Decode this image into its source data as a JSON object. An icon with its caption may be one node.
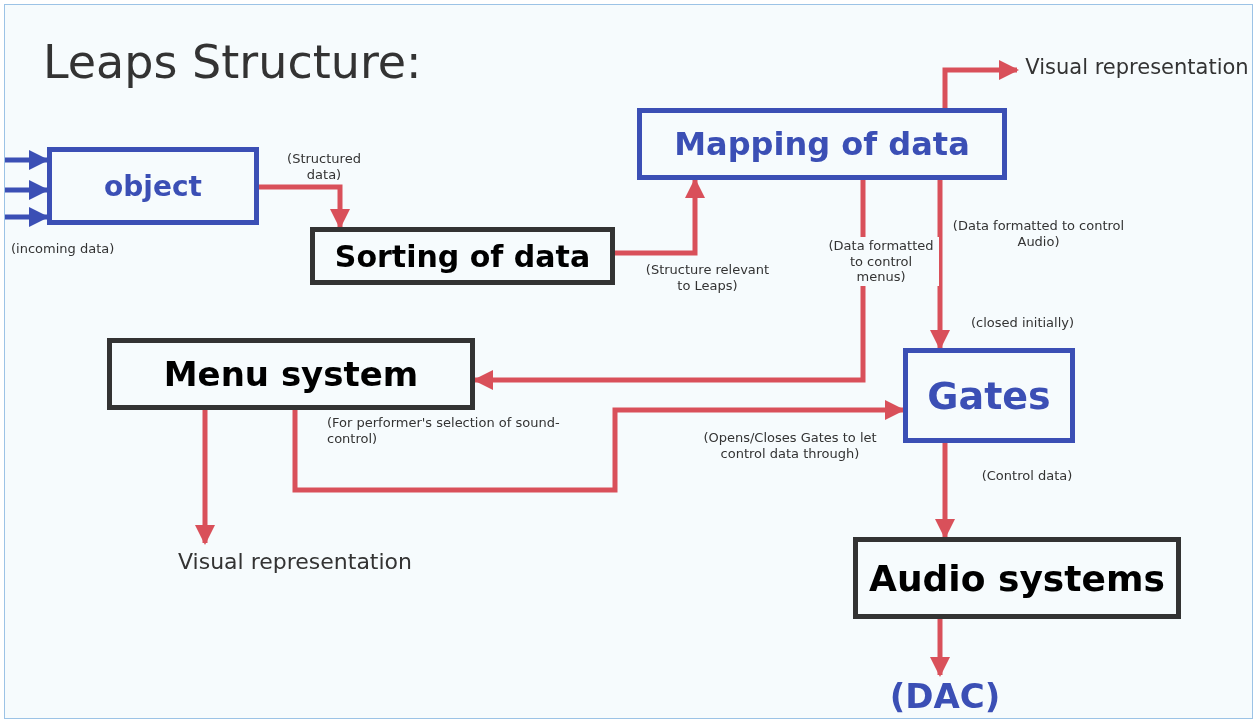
{
  "diagram": {
    "title": "Leaps Structure:",
    "nodes": [
      {
        "text": [
          "object"
        ],
        "beside": [
          "(incoming data)"
        ]
      },
      {
        "text": [
          "Sorting of data"
        ]
      },
      {
        "text": [
          "Mapping of data"
        ]
      },
      {
        "text": [
          "Menu system"
        ],
        "beside": [
          "(For performer's selection of sound-control)"
        ]
      },
      {
        "text": [
          "Gates"
        ],
        "beside": [
          "(closed initially)"
        ]
      },
      {
        "text": [
          "Audio systems"
        ]
      },
      {
        "text": [
          "Visual representation"
        ]
      },
      {
        "text": [
          "Visual representation"
        ]
      },
      {
        "text": [
          "(DAC)"
        ]
      }
    ],
    "edges": [
      {
        "from": null,
        "to": 0,
        "arrow": "to",
        "color": "#3b4fb5"
      },
      {
        "from": null,
        "to": 0,
        "arrow": "to",
        "color": "#3b4fb5"
      },
      {
        "from": null,
        "to": 0,
        "arrow": "to",
        "color": "#3b4fb5"
      },
      {
        "from": 0,
        "to": 1,
        "arrow": "to",
        "label": "(Structured data)"
      },
      {
        "from": 1,
        "to": 2,
        "arrow": "to",
        "label": "(Structure relevant to Leaps)"
      },
      {
        "from": 2,
        "to": 6,
        "arrow": "to"
      },
      {
        "from": 2,
        "to": 3,
        "arrow": "to",
        "label": "(Data formatted to control menus)"
      },
      {
        "from": 2,
        "to": 4,
        "arrow": "to",
        "label": "(Data formatted to control Audio)"
      },
      {
        "from": 3,
        "to": 7,
        "arrow": "to"
      },
      {
        "from": 3,
        "to": 4,
        "arrow": "to",
        "label": "(Opens/Closes Gates to let control data through)"
      },
      {
        "from": 4,
        "to": 5,
        "arrow": "to",
        "label": "(Control data)"
      },
      {
        "from": 5,
        "to": 8,
        "arrow": "to"
      }
    ]
  }
}
